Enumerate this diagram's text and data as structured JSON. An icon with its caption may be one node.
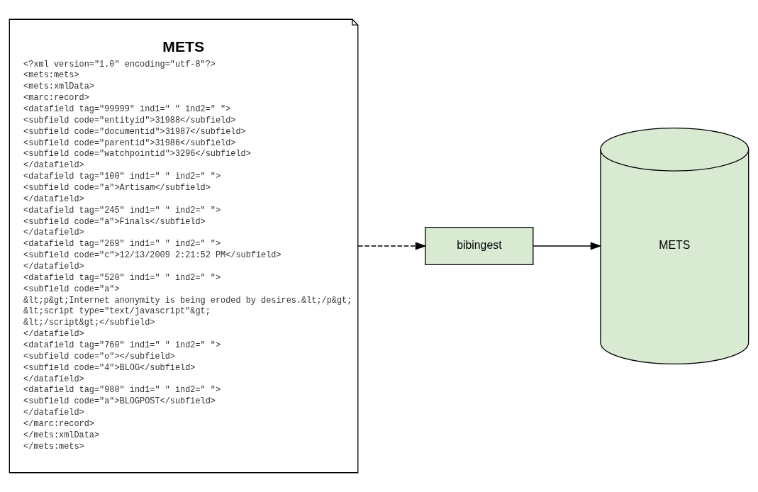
{
  "diagram": {
    "nodes": [
      {
        "text": [
          "METS",
          "<?xml version=\"1.0\" encoding=\"utf-8\"?>",
          "<mets:mets>",
          "<mets:xmlData>",
          "<marc:record>",
          "<datafield tag=\"99999\" ind1=\" \" ind2=\" \">",
          "<subfield code=\"entityid\">31988</subfield>",
          "<subfield code=\"documentid\">31987</subfield>",
          "<subfield code=\"parentid\">31986</subfield>",
          "<subfield code=\"watchpointid\">3296</subfield>",
          "</datafield>",
          "<datafield tag=\"100\" ind1=\" \" ind2=\" \">",
          "<subfield code=\"a\">Artisam</subfield>",
          "</datafield>",
          "<datafield tag=\"245\" ind1=\" \" ind2=\" \">",
          "<subfield code=\"a\">Finals</subfield>",
          "</datafield>",
          "<datafield tag=\"269\" ind1=\" \" ind2=\" \">",
          "<subfield code=\"c\">12/13/2009 2:21:52 PM</subfield>",
          "</datafield>",
          "<datafield tag=\"520\" ind1=\" \" ind2=\" \">",
          "<subfield code=\"a\">",
          "&lt;p&gt;Internet anonymity is being eroded by desires.&lt;/p&gt;",
          "&lt;script type=\"text/javascript\"&gt;",
          "&lt;/script&gt;</subfield>",
          "</datafield>",
          "<datafield tag=\"760\" ind1=\" \" ind2=\" \">",
          "<subfield code=\"o\"></subfield>",
          "<subfield code=\"4\">BLOG</subfield>",
          "</datafield>",
          "<datafield tag=\"980\" ind1=\" \" ind2=\" \">",
          "<subfield code=\"a\">BLOGPOST</subfield>",
          "</datafield>",
          "</marc:record>",
          "</mets:xmlData>",
          "</mets:mets>"
        ]
      },
      {
        "text": [
          "bibingest"
        ]
      },
      {
        "text": [
          "METS"
        ]
      }
    ],
    "edges": [
      {
        "from": 0,
        "to": 1,
        "arrow": "to",
        "style": "dashed"
      },
      {
        "from": 1,
        "to": 2,
        "arrow": "to"
      }
    ]
  }
}
